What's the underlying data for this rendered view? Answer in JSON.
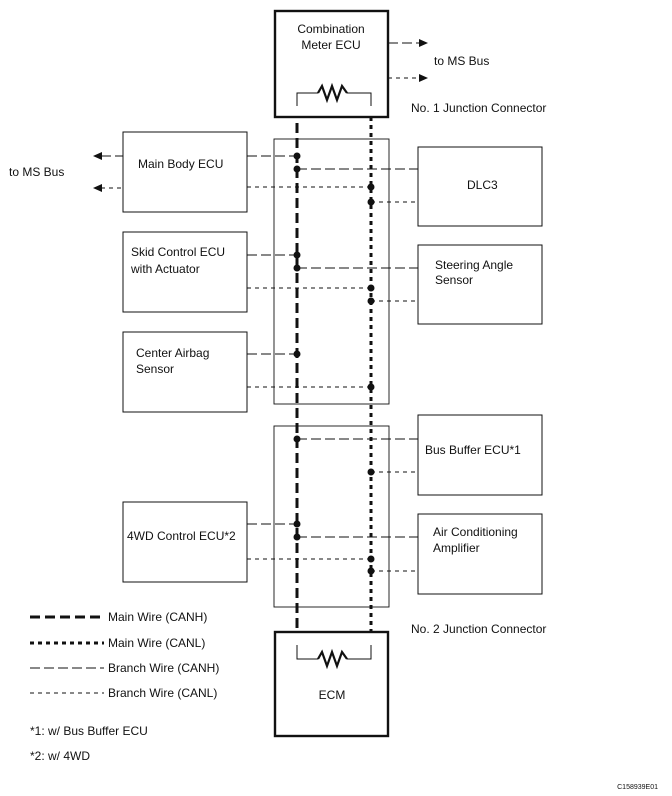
{
  "ecus": {
    "combination_meter": [
      "Combination",
      "Meter ECU"
    ],
    "main_body": [
      "Main Body ECU"
    ],
    "skid_control": [
      "Skid Control ECU",
      "with Actuator"
    ],
    "center_airbag": [
      "Center Airbag",
      "Sensor"
    ],
    "fwd_control": [
      "4WD Control ECU*2"
    ],
    "ecm": [
      "ECM"
    ],
    "dlc3": [
      "DLC3"
    ],
    "steering_angle": [
      "Steering Angle",
      "Sensor"
    ],
    "bus_buffer": [
      "Bus Buffer ECU*1"
    ],
    "air_conditioning": [
      "Air Conditioning",
      "Amplifier"
    ]
  },
  "labels": {
    "to_ms_bus_right": "to MS Bus",
    "to_ms_bus_left": "to MS Bus",
    "junction_1": "No. 1 Junction Connector",
    "junction_2": "No. 2 Junction Connector"
  },
  "legend": [
    {
      "label": "Main Wire (CANH)"
    },
    {
      "label": "Main Wire (CANL)"
    },
    {
      "label": "Branch Wire (CANH)"
    },
    {
      "label": "Branch Wire (CANL)"
    }
  ],
  "footnotes": {
    "note1": "*1: w/ Bus Buffer ECU",
    "note2": "*2: w/ 4WD"
  },
  "figure_code": "C158939E01"
}
